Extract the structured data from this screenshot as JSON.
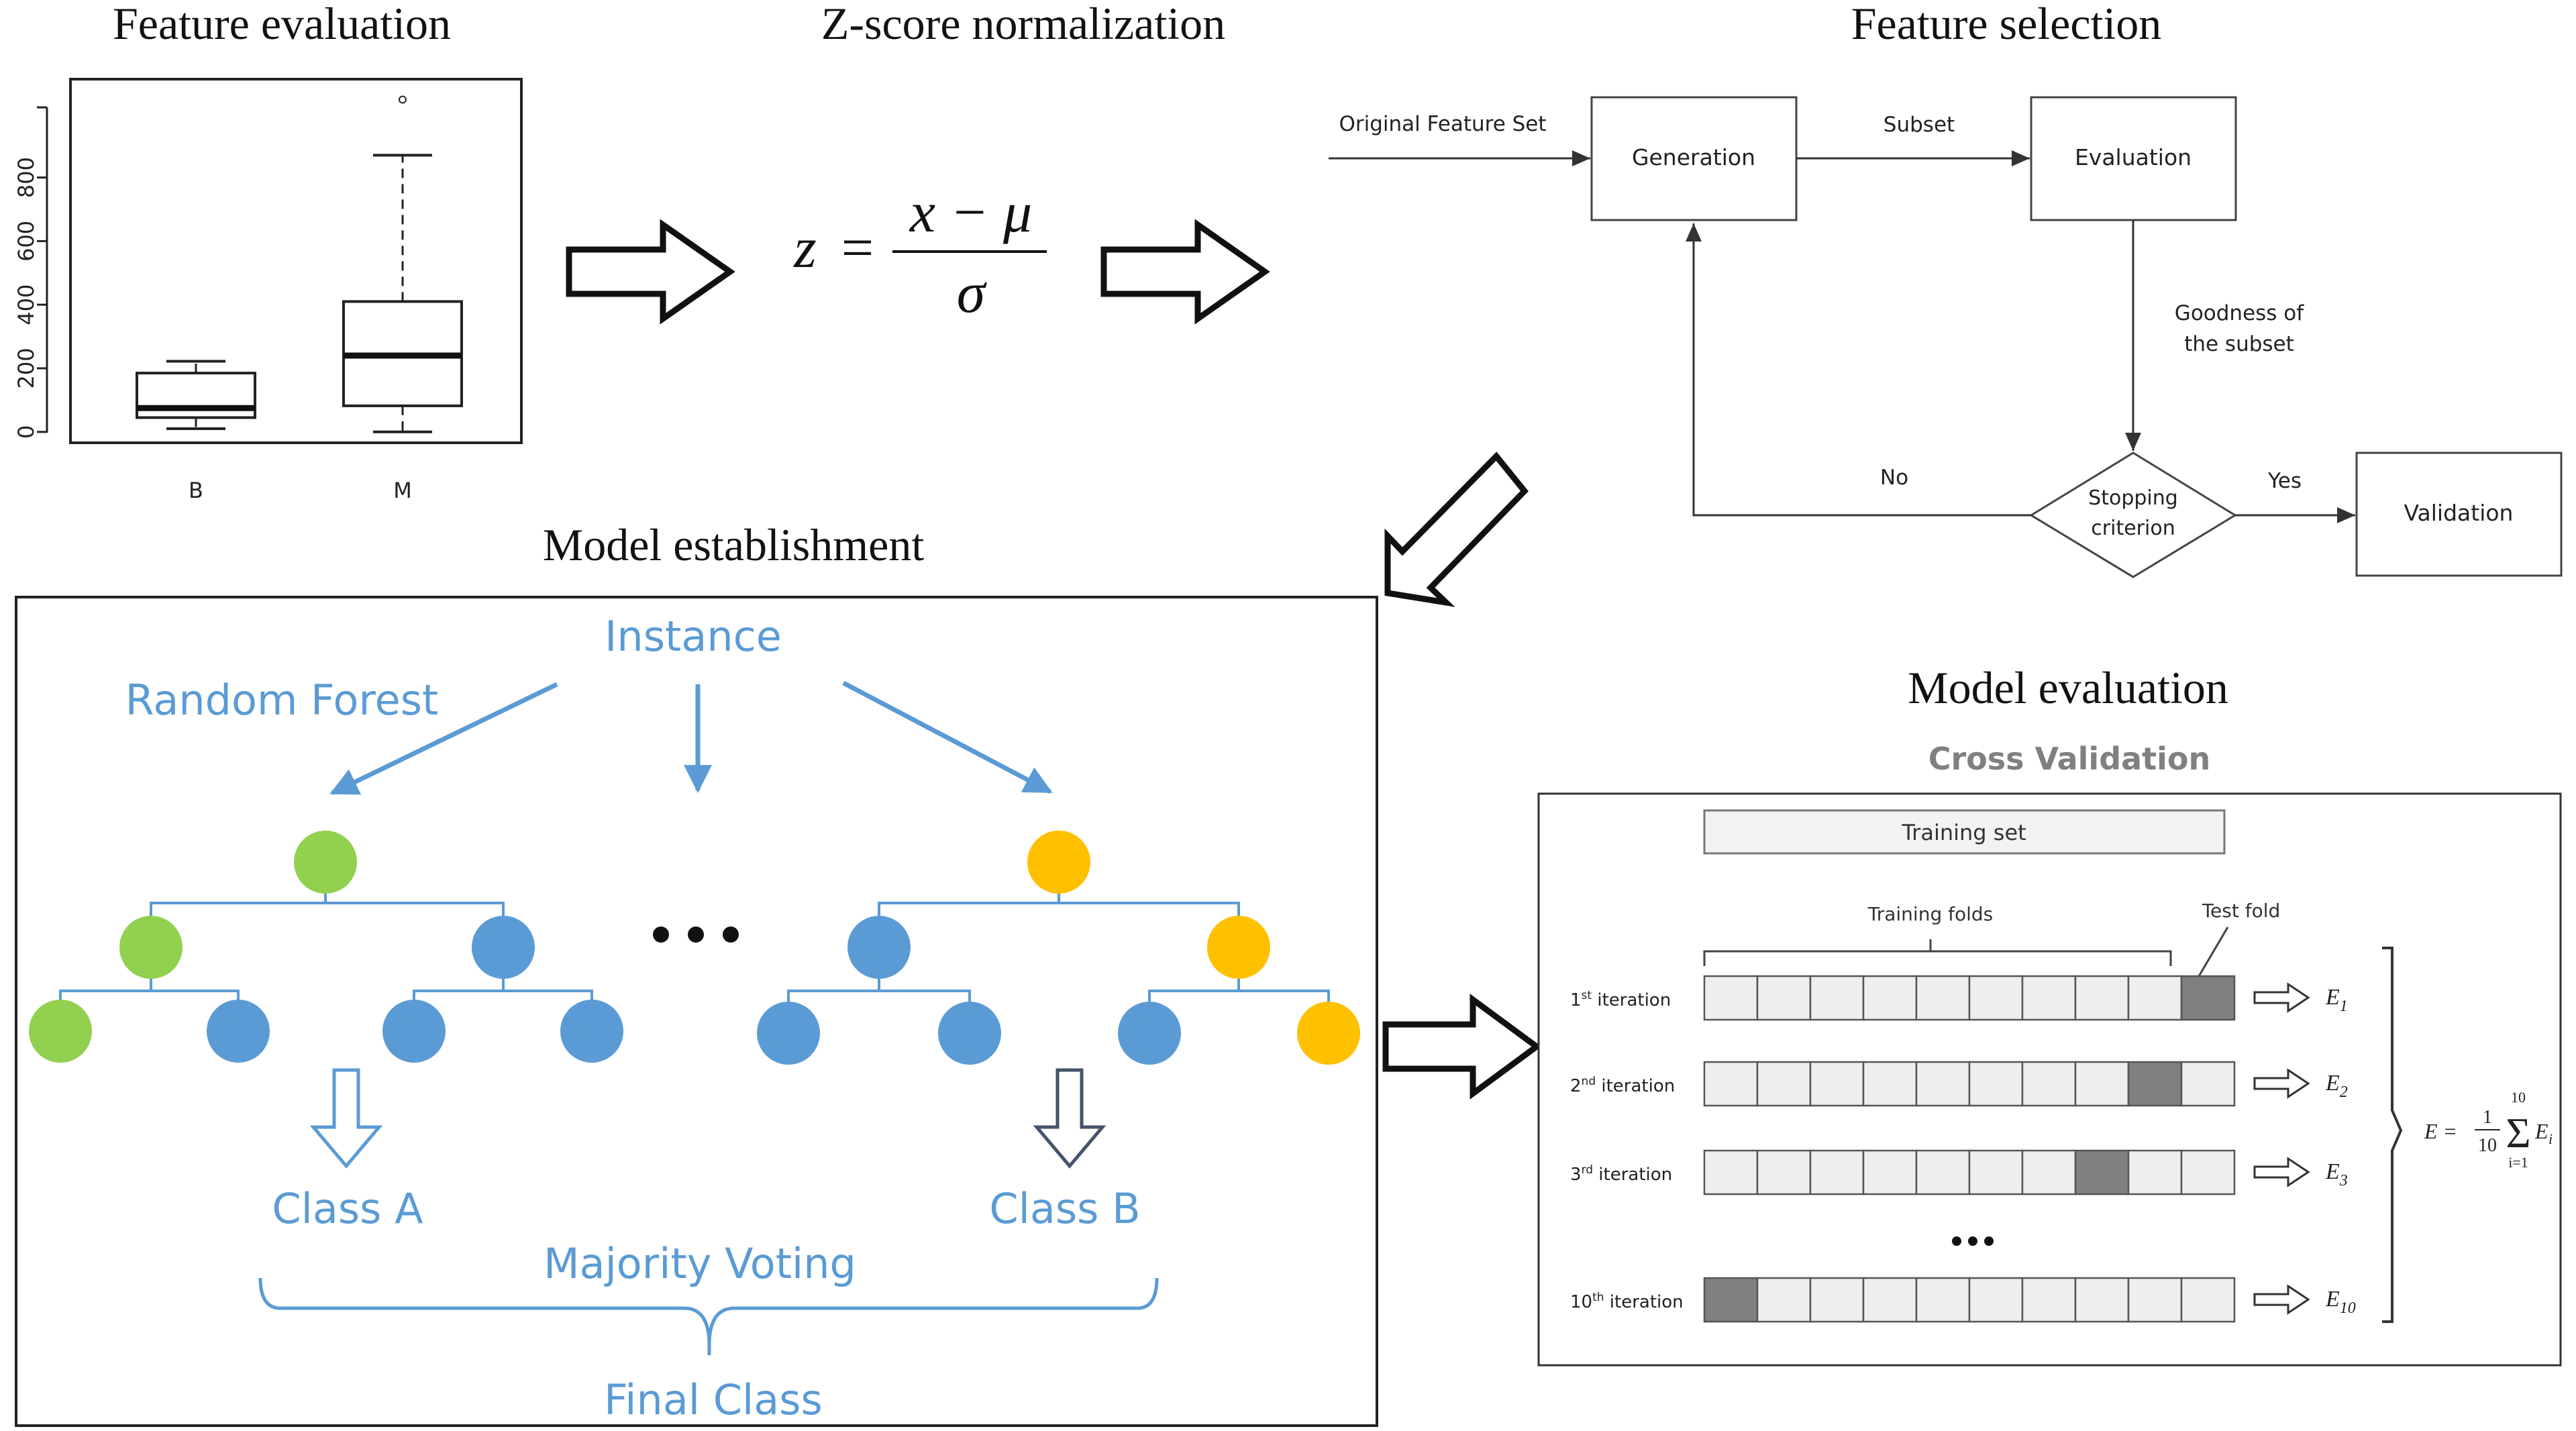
{
  "titles": {
    "feature_evaluation": "Feature evaluation",
    "zscore": "Z-score normalization",
    "feature_selection": "Feature selection",
    "model_establishment": "Model establishment",
    "model_evaluation": "Model evaluation"
  },
  "boxplot": {
    "y_ticks": [
      "0",
      "200",
      "400",
      "600",
      "800"
    ],
    "categories": [
      "B",
      "M"
    ],
    "series": [
      {
        "category": "B",
        "whisker_low": 10,
        "q1": 45,
        "median": 75,
        "q3": 185,
        "whisker_high": 222
      },
      {
        "category": "M",
        "whisker_low": 0,
        "q1": 82,
        "median": 240,
        "q3": 410,
        "whisker_high": 870,
        "outliers": [
          1045
        ]
      }
    ],
    "ylim": [
      -30,
      1105
    ]
  },
  "formula": {
    "lhs": "z",
    "equals": "=",
    "numerator": "x − μ",
    "denominator": "σ"
  },
  "feature_selection": {
    "input_label": "Original Feature Set",
    "generation": "Generation",
    "subset_label": "Subset",
    "evaluation": "Evaluation",
    "goodness_line1": "Goodness of",
    "goodness_line2": "the subset",
    "stopping_line1": "Stopping",
    "stopping_line2": "criterion",
    "no_label": "No",
    "yes_label": "Yes",
    "validation": "Validation"
  },
  "random_forest": {
    "instance": "Instance",
    "method_name": "Random Forest",
    "ellipsis": "•••",
    "class_a": "Class A",
    "class_b": "Class B",
    "majority_voting": "Majority Voting",
    "final_class": "Final Class"
  },
  "colors": {
    "tree_blue": "#5b9bd5",
    "node_green": "#92d050",
    "node_yellow": "#ffc000",
    "text_blue": "#5b9bd5",
    "test_fold_gray": "#808080",
    "fold_light_gray": "#eeeeee",
    "cross_val_gray": "#808080"
  },
  "cross_validation": {
    "title": "Cross Validation",
    "training_set": "Training set",
    "training_folds": "Training folds",
    "test_fold": "Test fold",
    "iterations": [
      {
        "label_num": "1",
        "label_sup": "st",
        "label_rest": " iteration",
        "test_index": 9,
        "err_base": "E",
        "err_sub": "1"
      },
      {
        "label_num": "2",
        "label_sup": "nd",
        "label_rest": " iteration",
        "test_index": 8,
        "err_base": "E",
        "err_sub": "2"
      },
      {
        "label_num": "3",
        "label_sup": "rd",
        "label_rest": " iteration",
        "test_index": 7,
        "err_base": "E",
        "err_sub": "3"
      },
      {
        "label_num": "10",
        "label_sup": "th",
        "label_rest": " iteration",
        "test_index": 0,
        "err_base": "E",
        "err_sub": "10"
      }
    ],
    "dots": "•••",
    "formula_lhs": "E =",
    "formula_frac_num": "1",
    "formula_frac_den": "10",
    "formula_sum_top": "10",
    "formula_sum_bottom": "i=1",
    "formula_term": "E",
    "formula_term_sub": "i"
  }
}
